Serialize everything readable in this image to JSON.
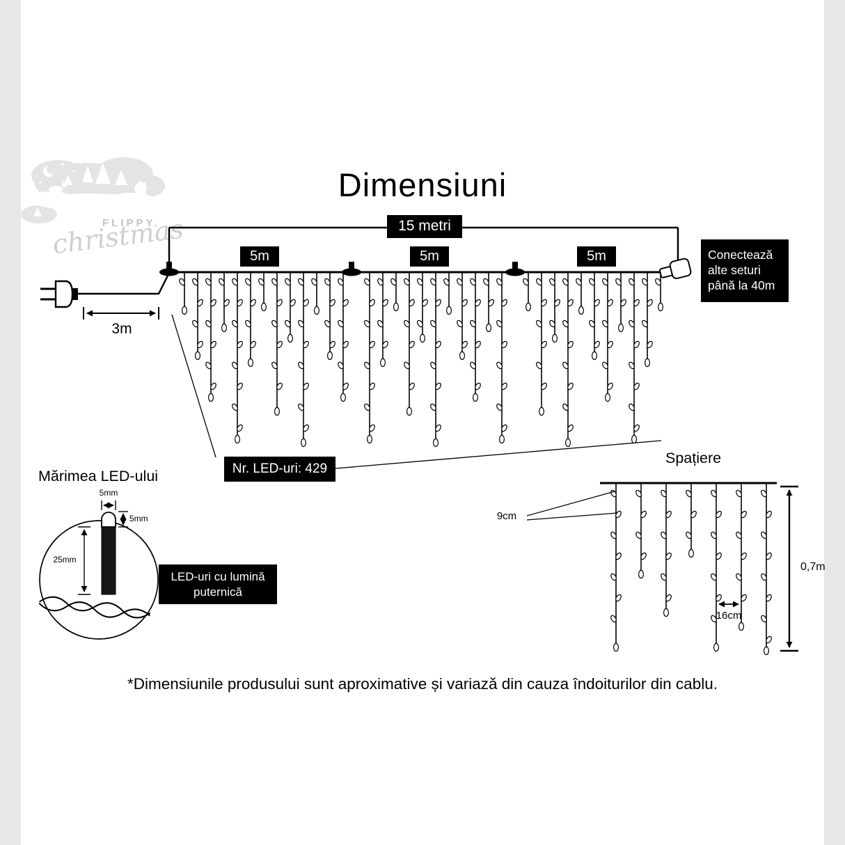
{
  "title": "Dimensiuni",
  "footnote": "*Dimensiunile produsului sunt aproximative și variază din cauza îndoiturilor din cablu.",
  "logo": {
    "brand": "FLIPPY.",
    "brand_script": "christmas"
  },
  "main_diagram": {
    "total_span": "15 metri",
    "sections": [
      "5m",
      "5m",
      "5m"
    ],
    "lead_length": "3m",
    "connect_note": "Conectează alte seturi până la 40m",
    "led_count": "Nr. LED-uri: 429"
  },
  "led_size": {
    "title": "Mărimea LED-ului",
    "bulb_width": "5mm",
    "bulb_height": "5mm",
    "body_length": "25mm",
    "note": "LED-uri cu lumină puternică"
  },
  "spacing": {
    "title": "Spațiere",
    "bulb_gap": "9cm",
    "drop_gap": "16cm",
    "curtain_height": "0,7m"
  },
  "colors": {
    "line": "#000000",
    "label_bg": "#000000",
    "label_text": "#ffffff",
    "page_margin": "#e7e7e7",
    "logo_gray": "#e4e4e4"
  }
}
